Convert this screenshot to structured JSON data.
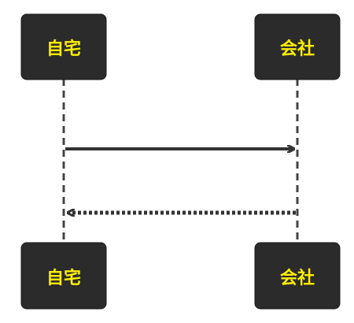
{
  "participants": [
    {
      "id": "home",
      "label": "自宅"
    },
    {
      "id": "office",
      "label": "会社"
    }
  ],
  "messages": [
    {
      "from": "home",
      "to": "office",
      "style": "solid",
      "label": ""
    },
    {
      "from": "office",
      "to": "home",
      "style": "dotted",
      "label": ""
    }
  ],
  "colors": {
    "box_fill": "#2b2b2b",
    "box_stroke": "#1a1a1a",
    "label_text": "#ffee00",
    "lifeline": "#444444",
    "arrow": "#333333",
    "background": "#ffffff"
  }
}
